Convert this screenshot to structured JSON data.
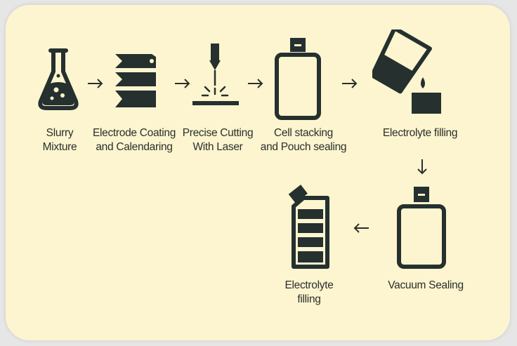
{
  "colors": {
    "background": "#fcf5cf",
    "ink": "#25302f",
    "text": "#2b2f2b"
  },
  "steps": [
    {
      "label": "Slurry\nMixture",
      "icon": "flask-icon"
    },
    {
      "label": "Electrode Coating\nand Calendaring",
      "icon": "electrode-stack-icon"
    },
    {
      "label": "Precise Cutting\nWith Laser",
      "icon": "laser-cutter-icon"
    },
    {
      "label": "Cell stacking\nand Pouch sealing",
      "icon": "pouch-cell-icon"
    },
    {
      "label": "Electrolyte filling",
      "icon": "pouring-beaker-icon"
    },
    {
      "label": "Vacuum Sealing",
      "icon": "sealed-pouch-icon"
    },
    {
      "label": "Electrolyte\nfilling",
      "icon": "filled-cell-icon"
    }
  ]
}
